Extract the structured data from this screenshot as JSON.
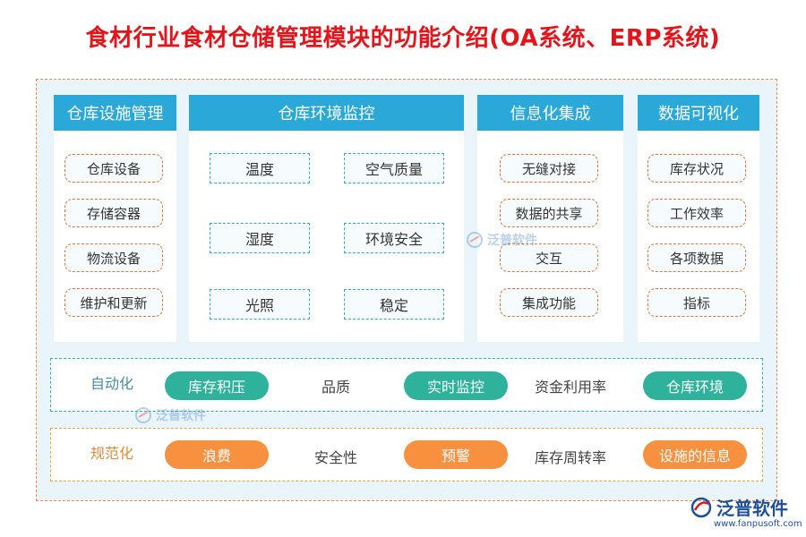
{
  "title": "食材行业食材仓储管理模块的功能介绍(OA系统、ERP系统)",
  "columns": {
    "facility": {
      "header": "仓库设施管理",
      "items": [
        "仓库设备",
        "存储容器",
        "物流设备",
        "维护和更新"
      ]
    },
    "environment": {
      "header": "仓库环境监控",
      "items": [
        "温度",
        "空气质量",
        "湿度",
        "环境安全",
        "光照",
        "稳定"
      ]
    },
    "integration": {
      "header": "信息化集成",
      "items": [
        "无缝对接",
        "数据的共享",
        "交互",
        "集成功能"
      ]
    },
    "visual": {
      "header": "数据可视化",
      "items": [
        "库存状况",
        "工作效率",
        "各项数据",
        "指标"
      ]
    }
  },
  "band_teal": {
    "texts": [
      "自动化",
      "品质",
      "资金利用率"
    ],
    "chips": [
      "库存积压",
      "实时监控",
      "仓库环境"
    ]
  },
  "band_orange": {
    "texts": [
      "规范化",
      "安全性",
      "库存周转率"
    ],
    "chips": [
      "浪费",
      "预警",
      "设施的信息"
    ]
  },
  "watermark": {
    "label": "泛普软件"
  },
  "logo": {
    "label": "泛普软件",
    "url": "www.fanpusoft.com"
  },
  "colors": {
    "title": "#e4141b",
    "header": "#2aa9d8",
    "teal": "#2fb29c",
    "orange": "#f7913f",
    "frame": "#eaf4fb"
  }
}
